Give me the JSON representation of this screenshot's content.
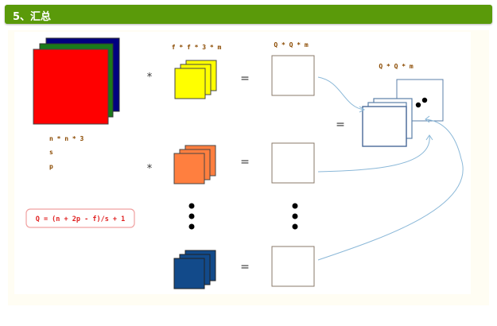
{
  "header": {
    "title": "5、汇总"
  },
  "input": {
    "dims_label": "n * n * 3",
    "stride_label": "s",
    "padding_label": "p"
  },
  "filters": {
    "label": "f * f * 3 * m"
  },
  "outputs": {
    "label": "Q * Q * m"
  },
  "result": {
    "label": "Q * Q * m"
  },
  "formula": {
    "text": "Q = (n + 2p - f)/s + 1"
  },
  "operators": {
    "multiply": "*",
    "equals": "="
  },
  "colors": {
    "header_bg": "#5a9a0a",
    "label_brown": "#8b4a00",
    "formula_red": "#e02020",
    "filter_yellow": "#ffff00",
    "filter_orange": "#ff7f3f",
    "filter_blue": "#124a8a",
    "box_border": "#5b7fa8",
    "curve": "#8bb8d8"
  }
}
